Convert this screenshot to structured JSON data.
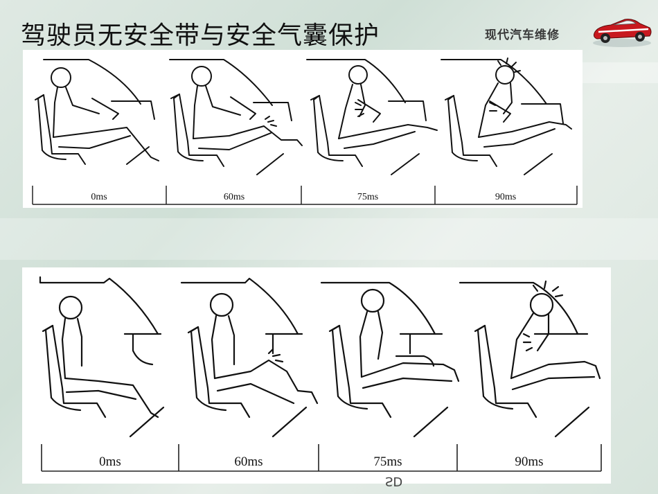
{
  "slide": {
    "title": "驾驶员无安全带与安全气囊保护",
    "brand_text": "现代汽车维修",
    "footer_mark": "SD"
  },
  "sequences": [
    {
      "id": "top",
      "frames": [
        {
          "label": "0ms"
        },
        {
          "label": "60ms"
        },
        {
          "label": "75ms"
        },
        {
          "label": "90ms"
        }
      ]
    },
    {
      "id": "bottom",
      "frames": [
        {
          "label": "0ms"
        },
        {
          "label": "60ms"
        },
        {
          "label": "75ms"
        },
        {
          "label": "90ms"
        }
      ]
    }
  ],
  "icons": {
    "logo": "red-convertible-car-icon"
  }
}
